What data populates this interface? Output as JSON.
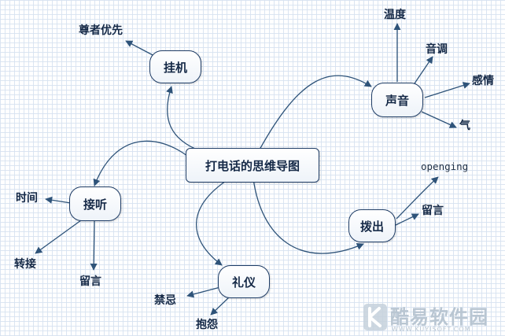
{
  "diagram": {
    "center": "打电话的思维导图",
    "branches": {
      "guaji": {
        "label": "挂机",
        "children": [
          "尊者优先"
        ]
      },
      "shengyin": {
        "label": "声音",
        "children": [
          "温度",
          "音调",
          "感情",
          "气"
        ]
      },
      "jieting": {
        "label": "接听",
        "children": [
          "时间",
          "转接",
          "留言"
        ]
      },
      "boChu": {
        "label": "拨出",
        "children": [
          "openging",
          "留言"
        ]
      },
      "liyi": {
        "label": "礼仪",
        "children": [
          "禁忌",
          "抱怨"
        ]
      }
    }
  },
  "watermark": {
    "brand": "酷易软件园",
    "url": "WWW.KUYISOFT.COM"
  },
  "colors": {
    "stroke": "#2e5379",
    "node_border": "#1f3d66",
    "text": "#152947",
    "watermark": "#b9c6d2"
  }
}
